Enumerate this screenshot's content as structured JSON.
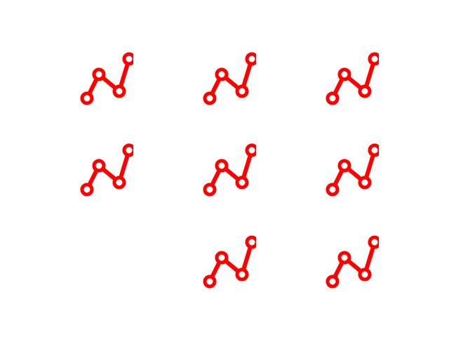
{
  "icon": {
    "name": "line-chart-icon",
    "color": "#ff0000",
    "background": "#ffffff"
  },
  "grid": {
    "rows": 3,
    "columns": 3,
    "cells": [
      {
        "row": 0,
        "col": 0,
        "filled": true
      },
      {
        "row": 0,
        "col": 1,
        "filled": true
      },
      {
        "row": 0,
        "col": 2,
        "filled": true
      },
      {
        "row": 1,
        "col": 0,
        "filled": true
      },
      {
        "row": 1,
        "col": 1,
        "filled": true
      },
      {
        "row": 1,
        "col": 2,
        "filled": true
      },
      {
        "row": 2,
        "col": 0,
        "filled": false
      },
      {
        "row": 2,
        "col": 1,
        "filled": true
      },
      {
        "row": 2,
        "col": 2,
        "filled": true
      }
    ]
  }
}
